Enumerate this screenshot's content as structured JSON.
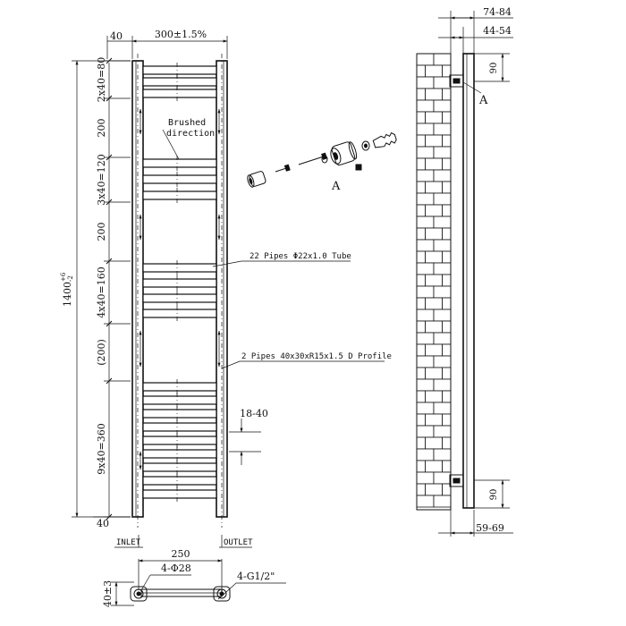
{
  "front_view": {
    "width_dim": "300±1.5%",
    "top_offset": "40",
    "bottom_offset": "40",
    "height_dim": "1400",
    "height_tol_upper": "+6",
    "height_tol_lower": "-2",
    "segments": [
      "2x40=80",
      "200",
      "3x40=120",
      "200",
      "4x40=160",
      "(200)",
      "9x40=360"
    ],
    "brushed_label_line1": "Brushed",
    "brushed_label_line2": "direction",
    "pipes_label": "22 Pipes Φ22x1.0 Tube",
    "profile_label": "2 Pipes 40x30xR15x1.5 D Profile",
    "gap_dim": "18-40"
  },
  "fittings": {
    "label": "A"
  },
  "side_view": {
    "depth_outer": "74-84",
    "depth_inner": "44-54",
    "bracket_top": "90",
    "bracket_bottom": "90",
    "detail_label": "A",
    "bottom_depth": "59-69"
  },
  "bottom_view": {
    "inlet": "INLET",
    "outlet": "OUTLET",
    "centres": "250",
    "port_dia": "4-Φ28",
    "thread": "4-G1/2\"",
    "height_dim": "40±3"
  }
}
